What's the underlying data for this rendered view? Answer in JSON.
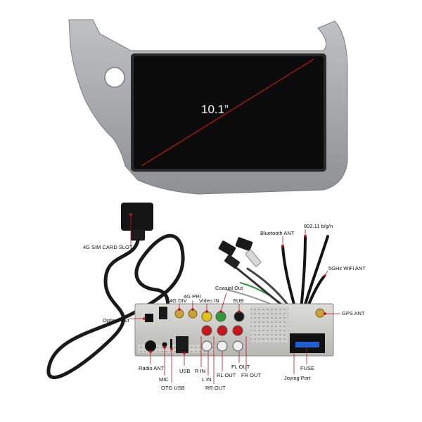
{
  "screen": {
    "size_label": "10.1”"
  },
  "labels": {
    "sim_slot": "4G SIM CARD SLOT",
    "bluetooth_ant": "Bluetooth ANT",
    "wifi_band": "802.11 b/g/n",
    "wifi_ant": "5GHz WiFi ANT",
    "coaxial_out": "Coaxial Out",
    "pri_4g": "4G PRI",
    "div_4g": "4G DIV",
    "video_in": "Video IN",
    "sub": "SUB",
    "optical_out": "Optical Out",
    "gps_ant": "GPS ANT",
    "radio_ant": "Radio ANT",
    "mic": "MIC",
    "otg_usb": "OTG USB",
    "usb": "USB",
    "r_in": "R IN",
    "l_in": "L IN",
    "rr_out": "RR OUT",
    "rl_out": "RL OUT",
    "fl_out": "FL OUT",
    "fr_out": "FR OUT",
    "fuse": "FUSE",
    "joying_port": "Joying Port"
  },
  "colors": {
    "bezel": "#a7a9ab",
    "screen": "#0b0b0b",
    "diagonal": "#c0141c",
    "chassis": "#c9c9c6",
    "rca_red": "#c8141a",
    "rca_white": "#eeeeee",
    "rca_yellow": "#e0c21a",
    "rca_green": "#2f9a3a",
    "gold": "#c9a23a",
    "fuse_blue": "#1f5fd1"
  }
}
